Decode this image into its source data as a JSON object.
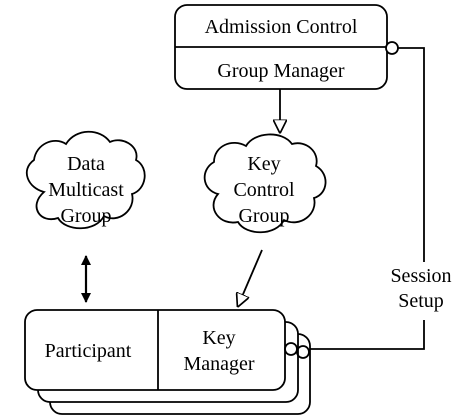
{
  "admission_box": {
    "top_label": "Admission Control",
    "bottom_label": "Group Manager"
  },
  "data_multicast_cloud": {
    "lines": [
      "Data",
      "Multicast",
      "Group"
    ]
  },
  "key_control_cloud": {
    "lines": [
      "Key",
      "Control",
      "Group"
    ]
  },
  "session_setup_label": {
    "lines": [
      "Session",
      "Setup"
    ]
  },
  "participant_box": {
    "left_label": "Participant",
    "right_label_lines": [
      "Key",
      "Manager"
    ]
  }
}
